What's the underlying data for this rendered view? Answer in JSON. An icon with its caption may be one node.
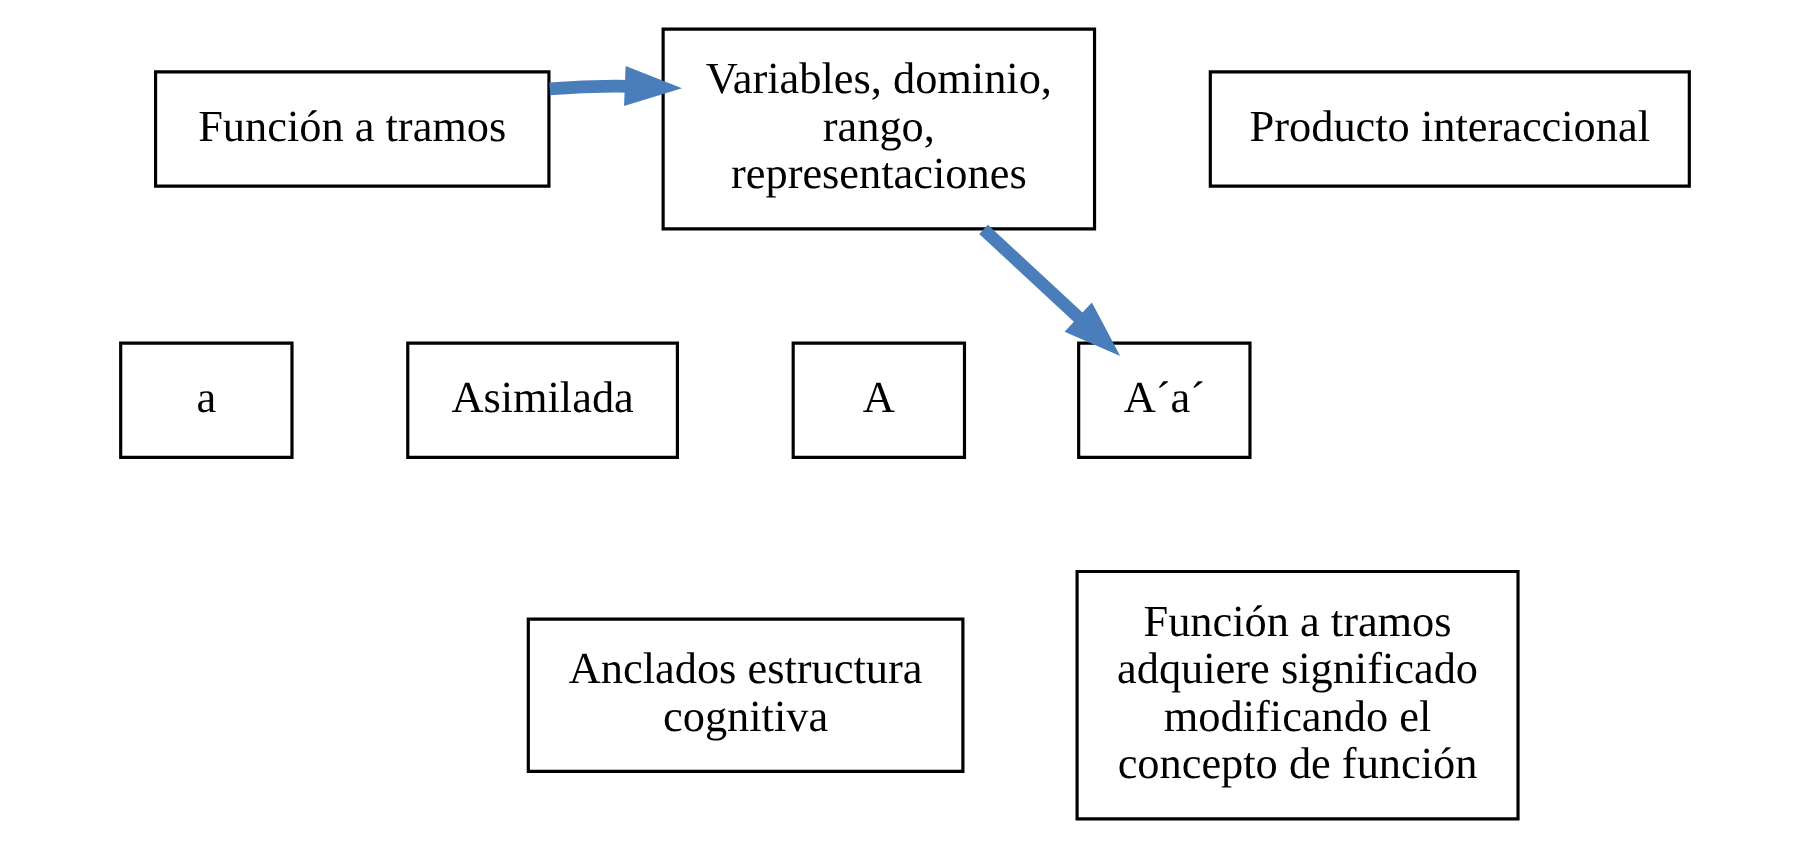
{
  "diagram": {
    "nodes": [
      {
        "text": [
          "Función a tramos"
        ]
      },
      {
        "text": [
          "a"
        ]
      },
      {
        "text": [
          "Asimilada"
        ]
      },
      {
        "text": [
          "Variables, dominio, rango, representaciones"
        ]
      },
      {
        "text": [
          "A"
        ]
      },
      {
        "text": [
          "Producto interaccional"
        ]
      },
      {
        "text": [
          "A´a´"
        ]
      },
      {
        "text": [
          "Anclados estructura cognitiva"
        ]
      },
      {
        "text": [
          "Función a tramos adquiere significado modificando el concepto de función"
        ]
      }
    ],
    "edges": [
      {
        "from": 0,
        "to": 3,
        "arrow": "to"
      },
      {
        "from": 3,
        "to": 6,
        "arrow": "to"
      }
    ]
  }
}
